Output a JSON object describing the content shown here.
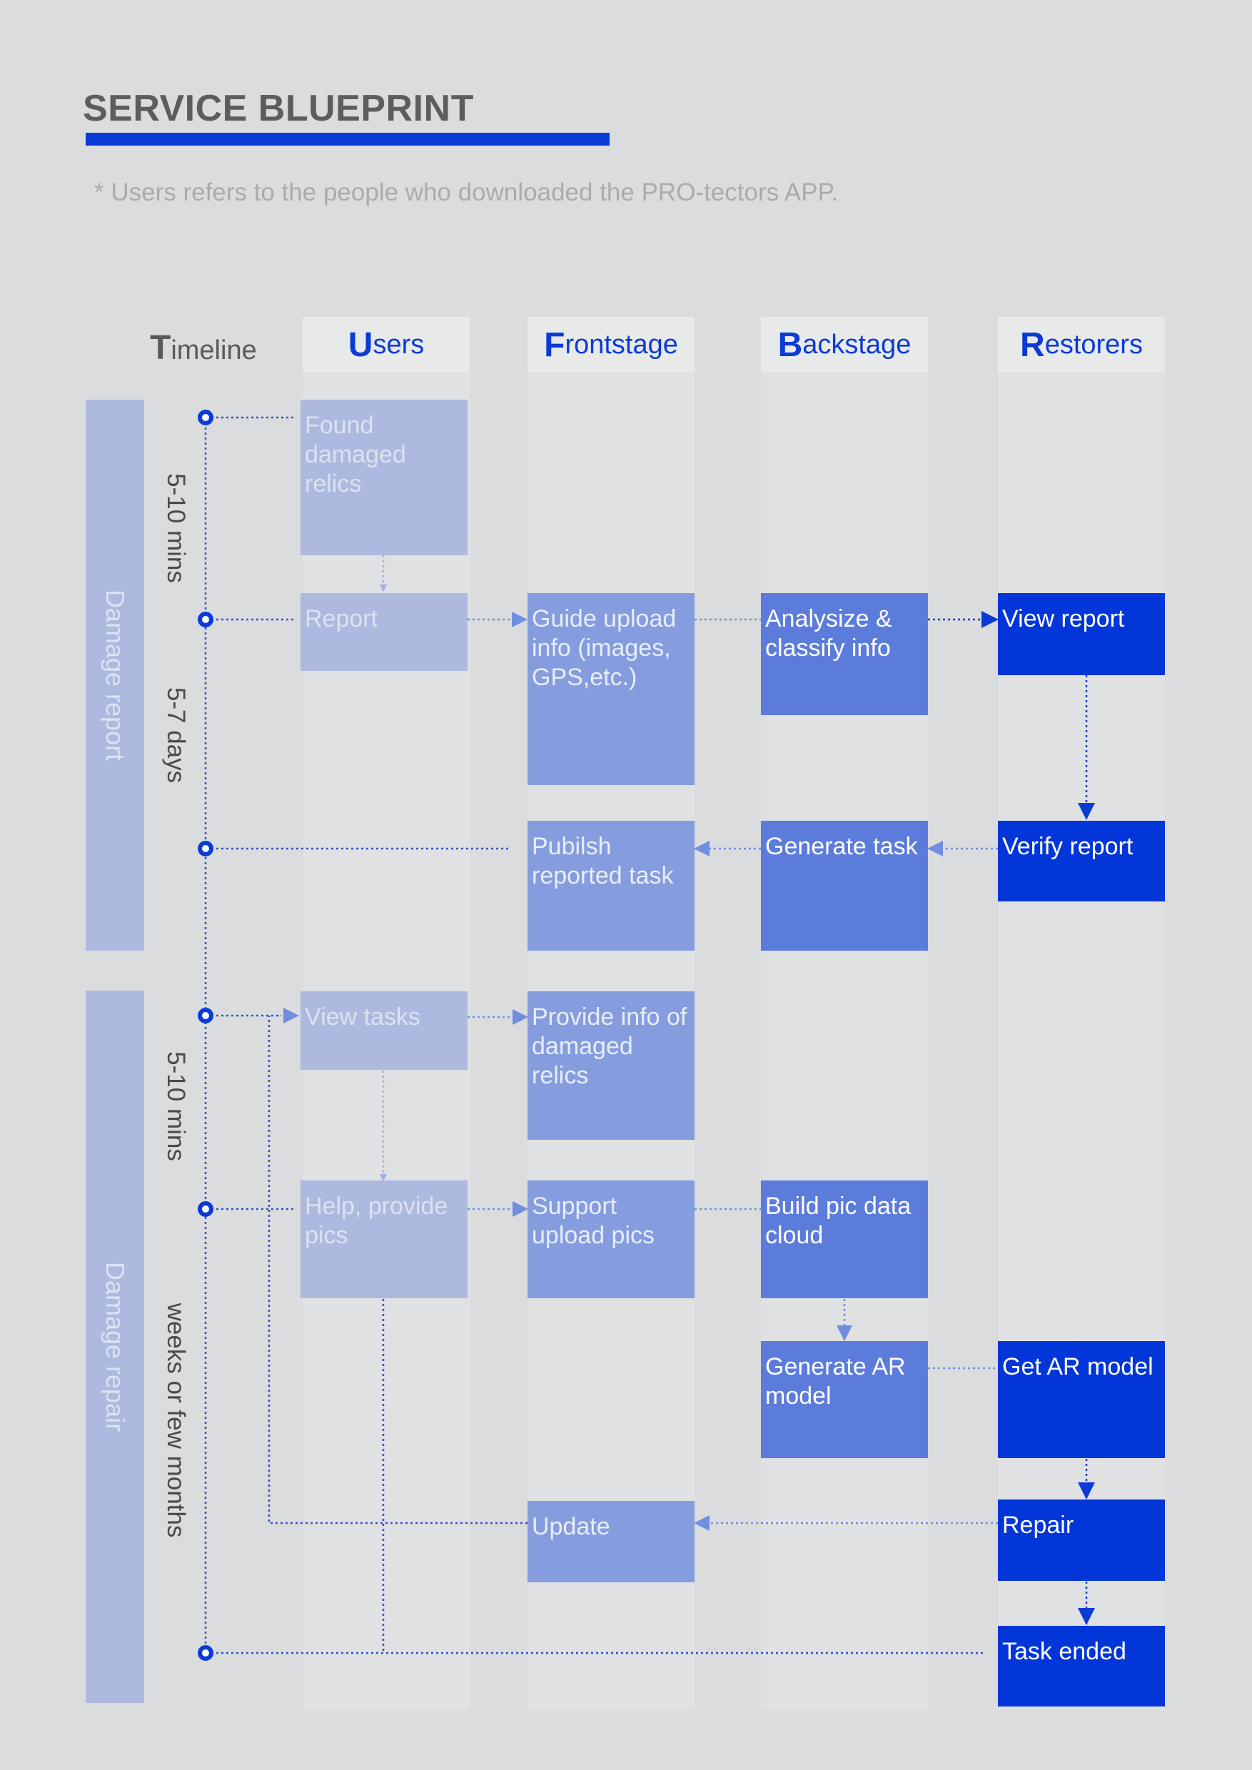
{
  "title": "SERVICE BLUEPRINT",
  "note": "* Users refers to the people who downloaded the PRO-tectors APP.",
  "timeline_label": "Timeline",
  "columns": [
    {
      "initial": "U",
      "rest": "sers"
    },
    {
      "initial": "F",
      "rest": "rontstage"
    },
    {
      "initial": "B",
      "rest": "ackstage"
    },
    {
      "initial": "R",
      "rest": "estorers"
    }
  ],
  "phases": [
    {
      "label": "Damage report"
    },
    {
      "label": "Damage repair"
    }
  ],
  "durations": [
    "5-10 mins",
    "5-7 days",
    "5-10 mins",
    "weeks or few months"
  ],
  "steps": {
    "found": "Found damaged relics",
    "report": "Report",
    "guide": "Guide upload  info (images, GPS,etc.)",
    "analyze": "Analysize & classify info",
    "view_report": "View report",
    "publish": "Pubilsh reported task",
    "generate_task": "Generate task",
    "verify": "Verify report",
    "view_tasks": "View tasks",
    "provide_info": "Provide info of damaged relics",
    "help": "Help, provide pics",
    "support": "Support upload pics",
    "build": "Build pic data cloud",
    "generate_ar": "Generate AR model",
    "get_ar": "Get AR model",
    "update": "Update",
    "repair": "Repair",
    "task_ended": "Task ended"
  },
  "colors": {
    "accent": "#0a3bd6",
    "users": "#adb9de",
    "frontstage": "#859ddf",
    "backstage": "#5c7cdc",
    "restorers": "#0236d8"
  }
}
